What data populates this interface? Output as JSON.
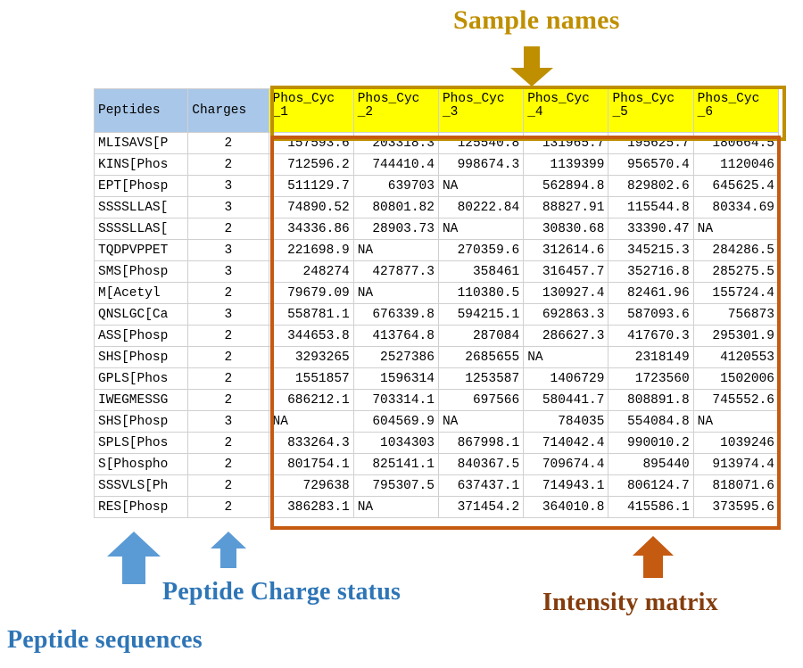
{
  "annotations": {
    "sample_names": "Sample names",
    "peptide_charge_status": "Peptide Charge status",
    "peptide_sequences": "Peptide sequences",
    "intensity_matrix": "Intensity matrix"
  },
  "colors": {
    "sample_names_label": "#bf8f00",
    "sample_names_box": "#bf8f00",
    "sample_header_fill": "#ffff00",
    "intensity_box": "#c55a11",
    "intensity_label": "#843c0c",
    "blue_label": "#2e75b6",
    "blue_arrow": "#5b9bd5",
    "table_header_fill": "#a9c7e8",
    "grid_line": "#d0d0d0"
  },
  "table": {
    "headers": {
      "peptides": "Peptides",
      "charges": "Charges",
      "samples": [
        {
          "line1": "Phos_Cyc",
          "line2": "_1"
        },
        {
          "line1": "Phos_Cyc",
          "line2": "_2"
        },
        {
          "line1": "Phos_Cyc",
          "line2": "_3"
        },
        {
          "line1": "Phos_Cyc",
          "line2": "_4"
        },
        {
          "line1": "Phos_Cyc",
          "line2": "_5"
        },
        {
          "line1": "Phos_Cyc",
          "line2": "_6"
        }
      ]
    },
    "rows": [
      {
        "peptide": "MLISAVS[P",
        "charge": "2",
        "values": [
          "157593.6",
          "203318.3",
          "125540.8",
          "131965.7",
          "195625.7",
          "180664.5"
        ]
      },
      {
        "peptide": "KINS[Phos",
        "charge": "2",
        "values": [
          "712596.2",
          "744410.4",
          "998674.3",
          "1139399",
          "956570.4",
          "1120046"
        ]
      },
      {
        "peptide": "EPT[Phosp",
        "charge": "3",
        "values": [
          "511129.7",
          "639703",
          "NA",
          "562894.8",
          "829802.6",
          "645625.4"
        ]
      },
      {
        "peptide": "SSSSLLAS[",
        "charge": "3",
        "values": [
          "74890.52",
          "80801.82",
          "80222.84",
          "88827.91",
          "115544.8",
          "80334.69"
        ]
      },
      {
        "peptide": "SSSSLLAS[",
        "charge": "2",
        "values": [
          "34336.86",
          "28903.73",
          "NA",
          "30830.68",
          "33390.47",
          "NA"
        ]
      },
      {
        "peptide": "TQDPVPPET",
        "charge": "3",
        "values": [
          "221698.9",
          "NA",
          "270359.6",
          "312614.6",
          "345215.3",
          "284286.5"
        ]
      },
      {
        "peptide": "SMS[Phosp",
        "charge": "3",
        "values": [
          "248274",
          "427877.3",
          "358461",
          "316457.7",
          "352716.8",
          "285275.5"
        ]
      },
      {
        "peptide": "M[Acetyl",
        "charge": "2",
        "values": [
          "79679.09",
          "NA",
          "110380.5",
          "130927.4",
          "82461.96",
          "155724.4"
        ]
      },
      {
        "peptide": "QNSLGC[Ca",
        "charge": "3",
        "values": [
          "558781.1",
          "676339.8",
          "594215.1",
          "692863.3",
          "587093.6",
          "756873"
        ]
      },
      {
        "peptide": "ASS[Phosp",
        "charge": "2",
        "values": [
          "344653.8",
          "413764.8",
          "287084",
          "286627.3",
          "417670.3",
          "295301.9"
        ]
      },
      {
        "peptide": "SHS[Phosp",
        "charge": "2",
        "values": [
          "3293265",
          "2527386",
          "2685655",
          "NA",
          "2318149",
          "4120553"
        ]
      },
      {
        "peptide": "GPLS[Phos",
        "charge": "2",
        "values": [
          "1551857",
          "1596314",
          "1253587",
          "1406729",
          "1723560",
          "1502006"
        ]
      },
      {
        "peptide": "IWEGMESSG",
        "charge": "2",
        "values": [
          "686212.1",
          "703314.1",
          "697566",
          "580441.7",
          "808891.8",
          "745552.6"
        ]
      },
      {
        "peptide": "SHS[Phosp",
        "charge": "3",
        "values": [
          "NA",
          "604569.9",
          "NA",
          "784035",
          "554084.8",
          "NA"
        ]
      },
      {
        "peptide": "SPLS[Phos",
        "charge": "2",
        "values": [
          "833264.3",
          "1034303",
          "867998.1",
          "714042.4",
          "990010.2",
          "1039246"
        ]
      },
      {
        "peptide": "S[Phospho",
        "charge": "2",
        "values": [
          "801754.1",
          "825141.1",
          "840367.5",
          "709674.4",
          "895440",
          "913974.4"
        ]
      },
      {
        "peptide": "SSSVLS[Ph",
        "charge": "2",
        "values": [
          "729638",
          "795307.5",
          "637437.1",
          "714943.1",
          "806124.7",
          "818071.6"
        ]
      },
      {
        "peptide": "RES[Phosp",
        "charge": "2",
        "values": [
          "386283.1",
          "NA",
          "371454.2",
          "364010.8",
          "415586.1",
          "373595.6"
        ]
      }
    ]
  }
}
